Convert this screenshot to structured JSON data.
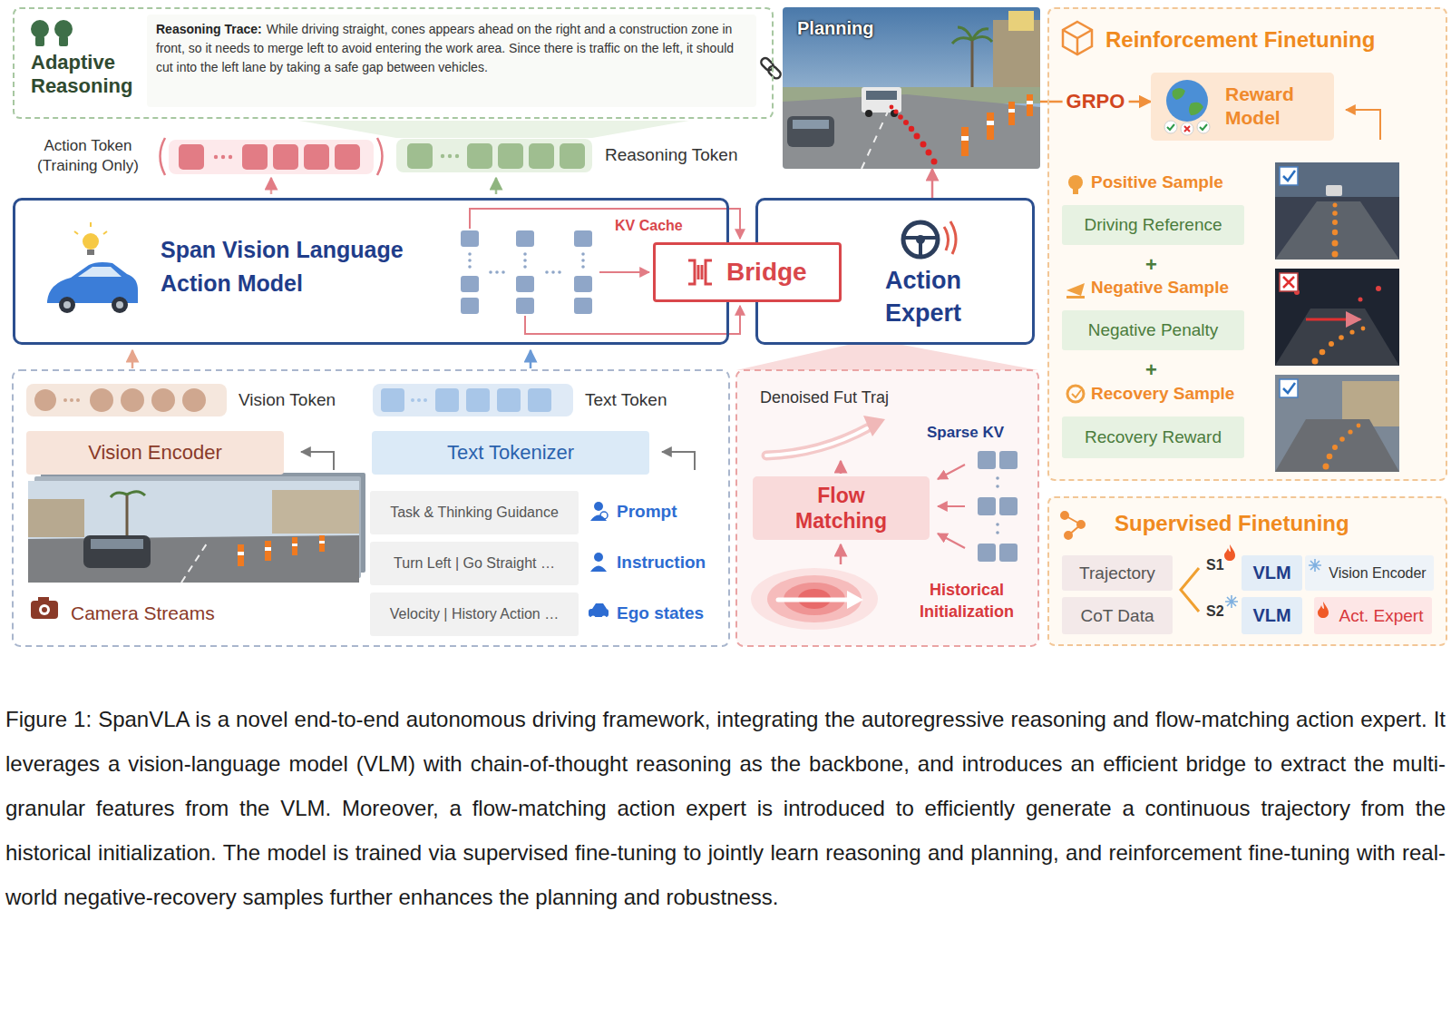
{
  "diagram": {
    "caption": "Figure 1: SpanVLA is a novel end-to-end autonomous driving framework, integrating the autoregressive reasoning and flow-matching action expert. It leverages a vision-language model (VLM) with chain-of-thought reasoning as the backbone, and introduces an efficient bridge to extract the multi-granular features from the VLM. Moreover, a flow-matching action expert is introduced to efficiently generate a continuous trajectory from the historical initialization. The model is trained via supervised fine-tuning to jointly learn reasoning and planning, and reinforcement fine-tuning with real-world negative-recovery samples further enhances the planning and robustness.",
    "nodes": [
      {
        "text": [
          "Adaptive Reasoning"
        ]
      },
      {
        "text": [
          "Reasoning Trace:",
          "While driving straight, cones appears ahead on the right and a construction zone in front, so it needs to merge left to avoid entering the work area. Since there is traffic on the left, it should cut into the left lane by taking a safe gap between vehicles."
        ],
        "in": 0
      },
      {
        "text": [
          "Span Vision Language Action Model"
        ]
      },
      {
        "text": [
          "Bridge"
        ]
      },
      {
        "text": [
          "Action Expert"
        ]
      },
      {
        "text": [
          "Planning"
        ]
      },
      {
        "text": [
          "Vision Encoder"
        ]
      },
      {
        "text": [
          "Text Tokenizer"
        ]
      },
      {
        "text": [
          "Task & Thinking Guidance",
          "Prompt"
        ]
      },
      {
        "text": [
          "Turn Left | Go Straight …",
          "Instruction"
        ]
      },
      {
        "text": [
          "Velocity | History Action …",
          "Ego states"
        ]
      },
      {
        "text": [
          "Flow Matching"
        ]
      },
      {
        "text": [
          "Reinforcement Finetuning"
        ]
      },
      {
        "text": [
          "Reward Model"
        ],
        "in": 12
      },
      {
        "text": [
          "Positive Sample",
          "Driving Reference"
        ],
        "in": 12
      },
      {
        "text": [
          "Negative Sample",
          "Negative Penalty"
        ],
        "in": 12
      },
      {
        "text": [
          "Recovery Sample",
          "Recovery Reward"
        ],
        "in": 12
      },
      {
        "text": [
          "Supervised Finetuning"
        ]
      },
      {
        "text": [
          "Trajectory"
        ],
        "in": 17
      },
      {
        "text": [
          "CoT Data"
        ],
        "in": 17
      },
      {
        "text": [
          "VLM"
        ],
        "in": 17
      },
      {
        "text": [
          "Vision Encoder"
        ],
        "in": 17
      },
      {
        "text": [
          "VLM"
        ],
        "in": 17
      },
      {
        "text": [
          "Act. Expert"
        ],
        "in": 17
      }
    ],
    "edges": [
      {
        "from": 4,
        "to": 5,
        "arrow": "to"
      },
      {
        "from": 5,
        "to": 13,
        "label": "GRPO",
        "arrow": "to"
      }
    ],
    "labels": [
      "Action Token (Training Only)",
      "Reasoning Token",
      "KV Cache",
      "Vision Token",
      "Text Token",
      "Camera Streams",
      "Denoised Fut Traj",
      "Sparse KV",
      "Historical Initialization",
      "+",
      "+",
      "S1",
      "S2"
    ]
  }
}
